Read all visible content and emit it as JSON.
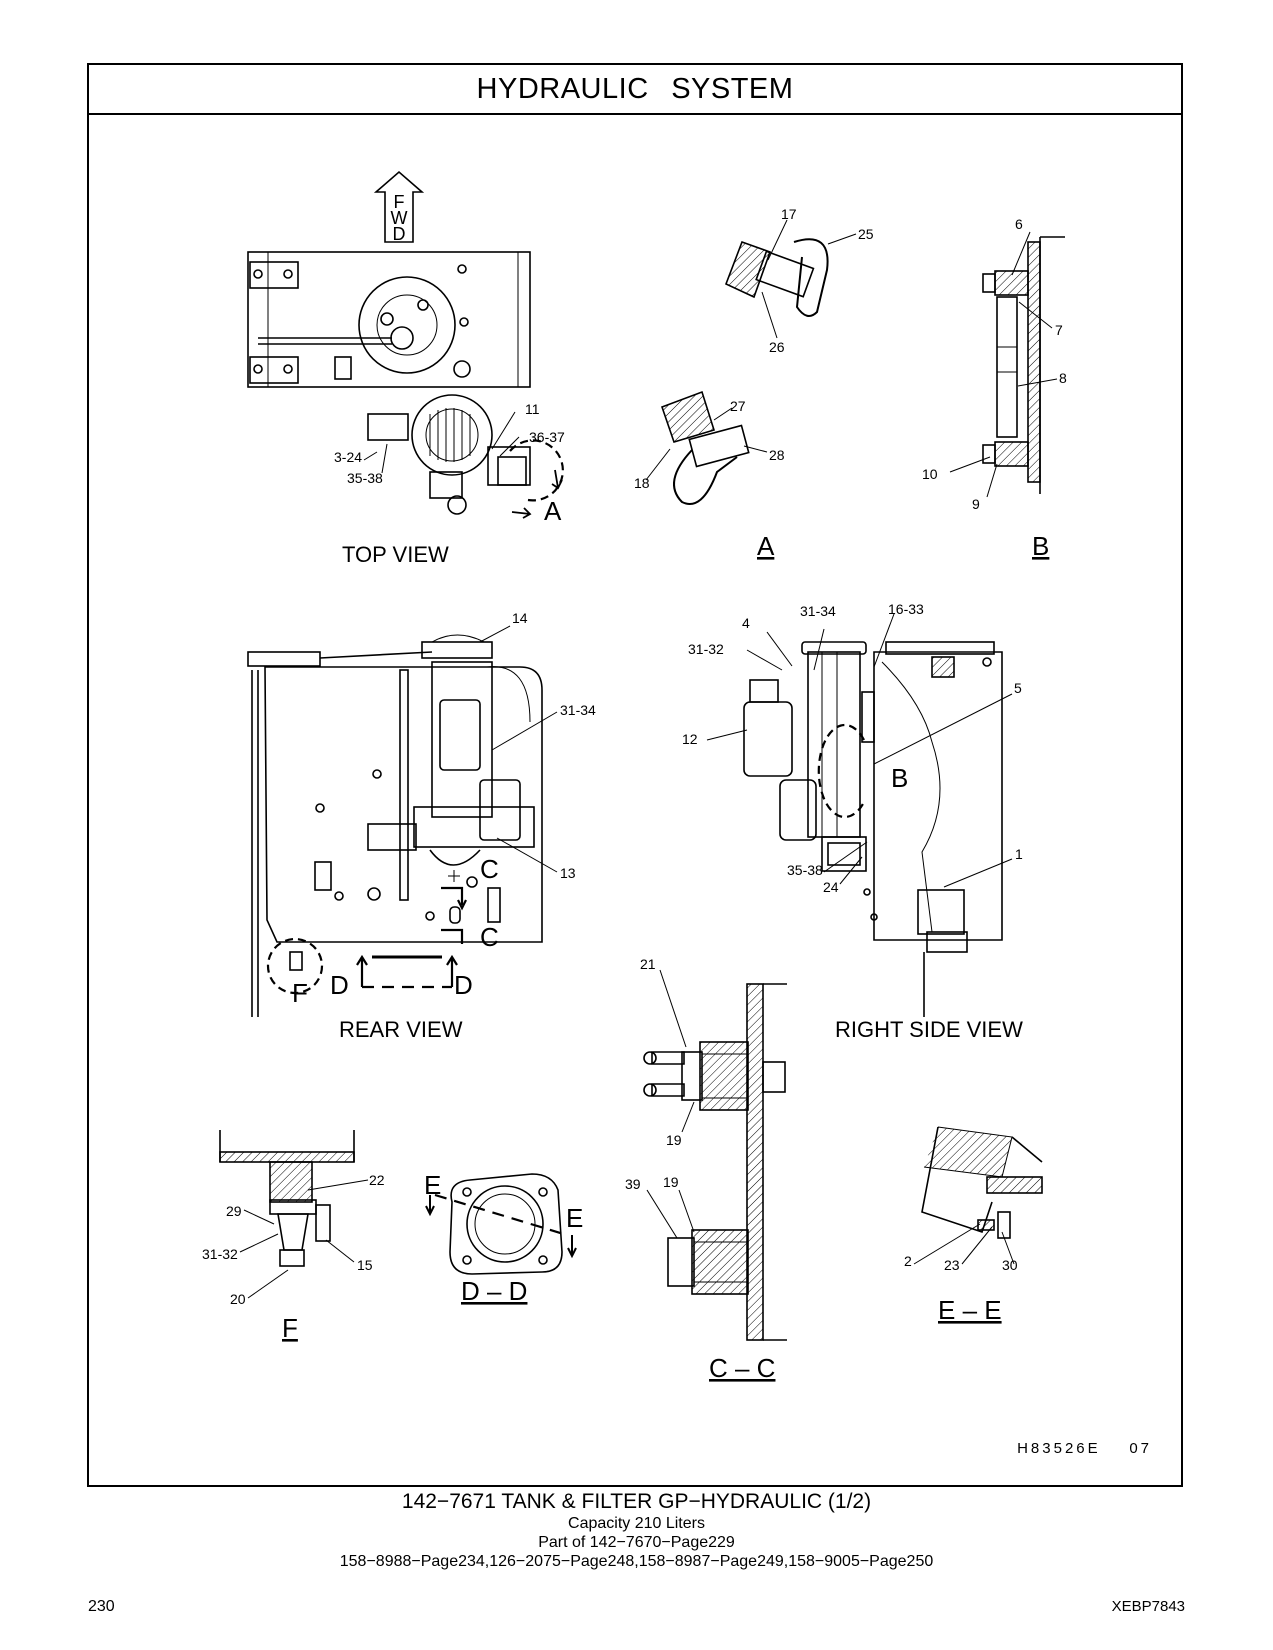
{
  "header": {
    "title": "HYDRAULIC   SYSTEM"
  },
  "views": {
    "top": "TOP VIEW",
    "rear": "REAR VIEW",
    "right_side": "RIGHT SIDE VIEW",
    "detail_a": "A",
    "detail_b": "B",
    "detail_f": "F",
    "section_dd": "D – D",
    "section_cc": "C – C",
    "section_ee": "E – E"
  },
  "fwd_arrow": [
    "F",
    "W",
    "D"
  ],
  "markers": {
    "A": "A",
    "B": "B",
    "C": "C",
    "D": "D",
    "E": "E",
    "F": "F"
  },
  "callouts": {
    "c1": "1",
    "c2": "2",
    "c3_24": "3-24",
    "c4": "4",
    "c5": "5",
    "c6": "6",
    "c7": "7",
    "c8": "8",
    "c9": "9",
    "c10": "10",
    "c11": "11",
    "c12": "12",
    "c13": "13",
    "c14": "14",
    "c15": "15",
    "c16_33": "16-33",
    "c17": "17",
    "c18": "18",
    "c19": "19",
    "c20": "20",
    "c21": "21",
    "c22": "22",
    "c23": "23",
    "c24": "24",
    "c25": "25",
    "c26": "26",
    "c27": "27",
    "c28": "28",
    "c29": "29",
    "c30": "30",
    "c31_32": "31-32",
    "c31_34": "31-34",
    "c35_38": "35-38",
    "c36_37": "36-37",
    "c39": "39"
  },
  "drawing_id": "H83526E    07",
  "caption": {
    "line1": "142−7671  TANK & FILTER GP−HYDRAULIC (1/2)",
    "line2": "Capacity  210  Liters",
    "line3": "Part of 142−7670−Page229",
    "line4": "158−8988−Page234,126−2075−Page248,158−8987−Page249,158−9005−Page250"
  },
  "footer": {
    "page_number": "230",
    "doc_code": "XEBP7843"
  }
}
